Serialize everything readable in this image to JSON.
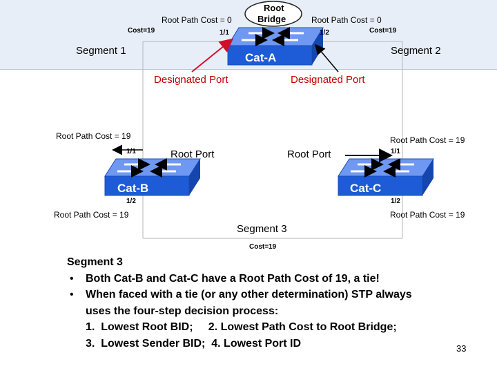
{
  "root_bridge": {
    "line1": "Root",
    "line2": "Bridge"
  },
  "cat_a": {
    "name": "Cat-A",
    "port_left": "1/1",
    "port_right": "1/2",
    "cost_left_label": "Cost=19",
    "cost_right_label": "Cost=19",
    "rpc_left": "Root Path Cost = 0",
    "rpc_right": "Root Path Cost = 0"
  },
  "segment1": "Segment 1",
  "segment2": "Segment 2",
  "segment3": "Segment 3",
  "designated_left": "Designated Port",
  "designated_right": "Designated Port",
  "cat_b": {
    "name": "Cat-B",
    "port_top": "1/1",
    "port_bottom": "1/2",
    "rpc_top": "Root Path Cost = 19",
    "rpc_bottom": "Root Path Cost = 19",
    "root_port": "Root Port"
  },
  "cat_c": {
    "name": "Cat-C",
    "port_top": "1/1",
    "port_bottom": "1/2",
    "rpc_top": "Root Path Cost = 19",
    "rpc_bottom": "Root Path Cost = 19",
    "root_port": "Root Port"
  },
  "segment3_cost": "Cost=19",
  "notes": {
    "title": "Segment 3",
    "bullet_char": "•",
    "bullet1": "Both Cat-B and Cat-C have a Root Path Cost of 19, a tie!",
    "bullet2_line1": "When faced with a tie (or any other determination) STP always",
    "bullet2_line2": "uses the four-step decision process:",
    "step_line1": "1.  Lowest Root BID;     2. Lowest Path Cost to Root Bridge;",
    "step_line2": "3.  Lowest Sender BID;  4. Lowest Port ID"
  },
  "page_number": "33",
  "colors": {
    "switch_front": "#1e5bd6",
    "switch_top": "#3d7bf0",
    "designated_arrow": "#d0102a",
    "root_arrow": "#000000",
    "top_band": "#e8eef7"
  }
}
